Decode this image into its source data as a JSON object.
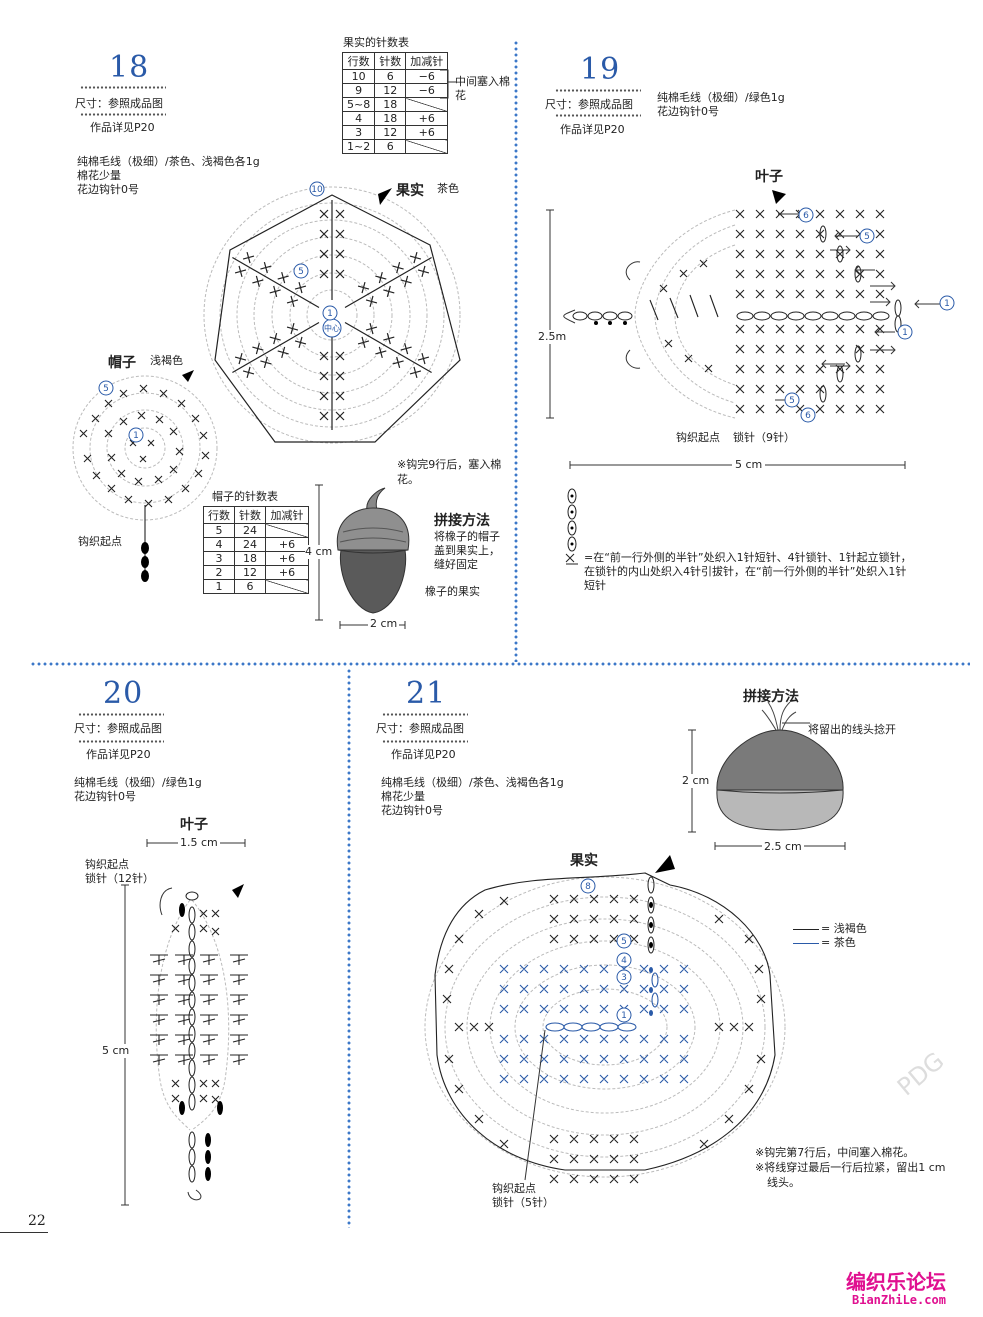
{
  "project18": {
    "number": "18",
    "size": "尺寸：参照成品图",
    "detail": "作品详见P20",
    "materials": [
      "纯棉毛线（极细）/茶色、浅褐色各1g",
      "棉花少量",
      "花边钩针0号"
    ],
    "fruit_title": "果实",
    "fruit_color": "茶色",
    "fruit_table_title": "果实的针数表",
    "fruit_table_headers": [
      "行数",
      "针数",
      "加减针"
    ],
    "fruit_table_rows": [
      [
        "10",
        "6",
        "−6"
      ],
      [
        "9",
        "12",
        "−6"
      ],
      [
        "5~8",
        "18",
        ""
      ],
      [
        "4",
        "18",
        "+6"
      ],
      [
        "3",
        "12",
        "+6"
      ],
      [
        "1~2",
        "6",
        ""
      ]
    ],
    "fruit_table_note": "中间塞入棉花",
    "cap_title": "帽子",
    "cap_color": "浅褐色",
    "cap_table_title": "帽子的针数表",
    "cap_table_headers": [
      "行数",
      "针数",
      "加减针"
    ],
    "cap_table_rows": [
      [
        "5",
        "24",
        ""
      ],
      [
        "4",
        "24",
        "+6"
      ],
      [
        "3",
        "18",
        "+6"
      ],
      [
        "2",
        "12",
        "+6"
      ],
      [
        "1",
        "6",
        ""
      ]
    ],
    "start_label": "钩织起点",
    "stuff_note": "※钩完9行后，塞入棉花。",
    "assembly_title": "拼接方法",
    "assembly_text": "将橡子的帽子盖到果实上，缝好固定",
    "acorn_fruit_label": "橡子的果实",
    "height": "4 cm",
    "width": "2 cm",
    "center_label": "中心",
    "row_markers": [
      "10",
      "5",
      "1"
    ],
    "cap_markers": [
      "5",
      "1"
    ]
  },
  "project19": {
    "number": "19",
    "size": "尺寸：参照成品图",
    "detail": "作品详见P20",
    "materials": [
      "纯棉毛线（极细）/绿色1g",
      "花边钩针0号"
    ],
    "leaf_title": "叶子",
    "height": "2.5m",
    "width": "5 cm",
    "start_label": "钩织起点",
    "chain_label": "锁针（9针）",
    "row_markers": [
      "6",
      "5",
      "1",
      "1",
      "5",
      "6"
    ],
    "symbol_note": "=在“前一行外侧的半针”处织入1针短针、4针锁针、1针起立锁针，在锁针的内山处织入4针引拔针，在“前一行外侧的半针”处织入1针短针"
  },
  "project20": {
    "number": "20",
    "size": "尺寸：参照成品图",
    "detail": "作品详见P20",
    "materials": [
      "纯棉毛线（极细）/绿色1g",
      "花边钩针0号"
    ],
    "leaf_title": "叶子",
    "width": "1.5 cm",
    "height": "5 cm",
    "start_label": "钩织起点",
    "chain_label": "锁针（12针）"
  },
  "project21": {
    "number": "21",
    "size": "尺寸：参照成品图",
    "detail": "作品详见P20",
    "materials": [
      "纯棉毛线（极细）/茶色、浅褐色各1g",
      "棉花少量",
      "花边钩针0号"
    ],
    "assembly_title": "拼接方法",
    "assembly_text": "将留出的线头捻开",
    "height": "2 cm",
    "width": "2.5 cm",
    "fruit_title": "果实",
    "legend": [
      {
        "label": "= 浅褐色",
        "color": "#222222"
      },
      {
        "label": "= 茶色",
        "color": "#2a5aa8"
      }
    ],
    "notes": [
      "※钩完第7行后，中间塞入棉花。",
      "※将线穿过最后一行后拉紧，留出1 cm线头。"
    ],
    "start_label": "钩织起点",
    "chain_label": "锁针（5针）",
    "row_markers": [
      "8",
      "5",
      "4",
      "3",
      "1"
    ]
  },
  "page_number": "22",
  "watermark_logo": "编织乐论坛",
  "watermark_url": "BianZhiLe.com",
  "watermark_stamp": "PDG",
  "colors": {
    "blue": "#2a5aa8",
    "acorn_cap": "#8f8f8f",
    "acorn_fruit": "#5a5a5a",
    "watermark": "#e01090"
  }
}
